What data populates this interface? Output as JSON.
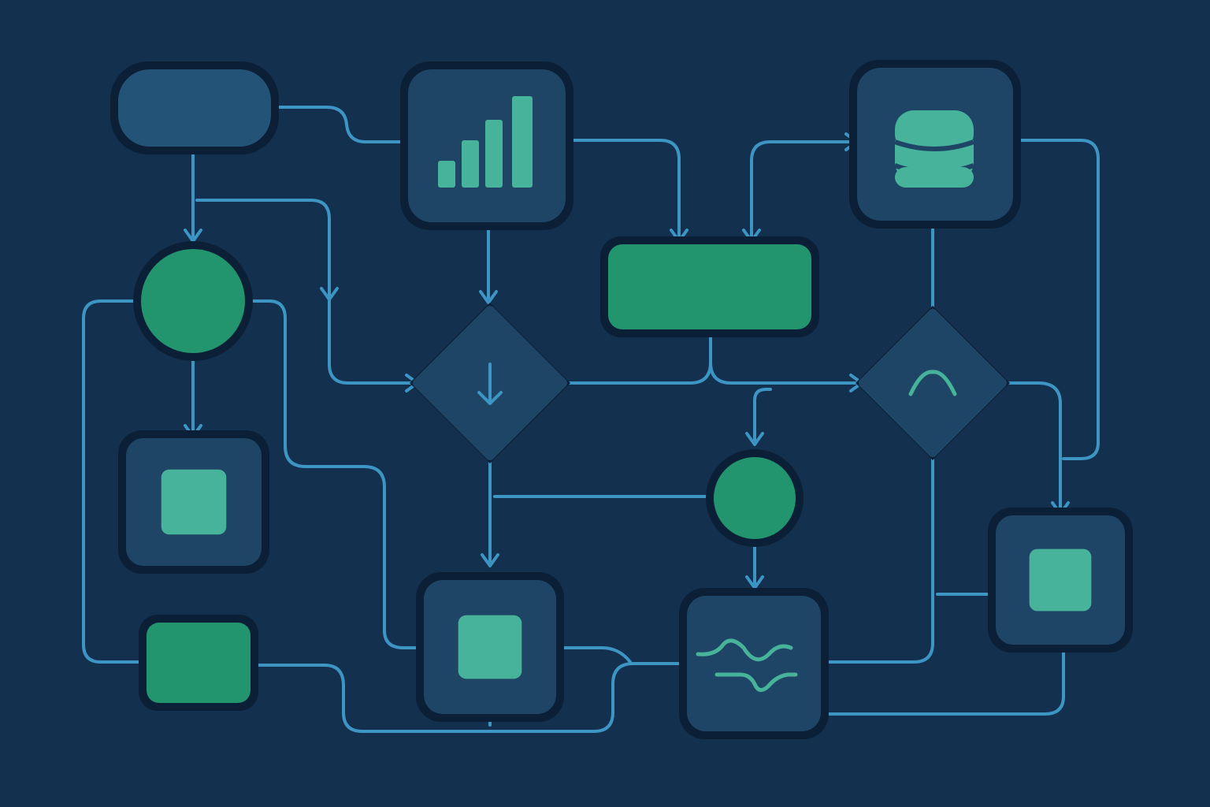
{
  "colors": {
    "background": "#13304f",
    "shadow": "#0b2036",
    "node_dark": "#1e4565",
    "node_start": "#235478",
    "green": "#22946e",
    "teal": "#47b39a",
    "line": "#3d95c4"
  },
  "nodes": [
    {
      "id": "start-pill",
      "shape": "pill",
      "fill": "node_start"
    },
    {
      "id": "chart-node",
      "shape": "square",
      "fill": "node_dark",
      "icon": "bar-chart-icon"
    },
    {
      "id": "database-node",
      "shape": "square",
      "fill": "node_dark",
      "icon": "database-icon"
    },
    {
      "id": "green-process-bar",
      "shape": "rect",
      "fill": "green"
    },
    {
      "id": "green-circle-left",
      "shape": "circle",
      "fill": "green"
    },
    {
      "id": "decision-down",
      "shape": "diamond",
      "fill": "node_dark",
      "icon": "arrow-down-icon"
    },
    {
      "id": "decision-arc",
      "shape": "diamond",
      "fill": "node_dark",
      "icon": "arc-icon"
    },
    {
      "id": "green-circle-small",
      "shape": "circle",
      "fill": "green"
    },
    {
      "id": "square-left",
      "shape": "square",
      "fill": "node_dark",
      "icon": "square-icon"
    },
    {
      "id": "green-rect-bottom",
      "shape": "rect",
      "fill": "green"
    },
    {
      "id": "square-center",
      "shape": "square",
      "fill": "node_dark",
      "icon": "square-icon"
    },
    {
      "id": "wave-node",
      "shape": "square",
      "fill": "node_dark",
      "icon": "wave-icon"
    },
    {
      "id": "square-right",
      "shape": "square",
      "fill": "node_dark",
      "icon": "square-icon"
    }
  ],
  "edges": [
    {
      "from": "start-pill",
      "to": "chart-node",
      "arrow": false
    },
    {
      "from": "start-pill",
      "to": "green-circle-left",
      "arrow": true
    },
    {
      "from": "start-pill",
      "to": "decision-down",
      "arrow": true
    },
    {
      "from": "chart-node",
      "to": "green-process-bar",
      "arrow": true
    },
    {
      "from": "chart-node",
      "to": "decision-down",
      "arrow": true
    },
    {
      "from": "green-process-bar",
      "to": "database-node",
      "arrow": true
    },
    {
      "from": "database-node",
      "to": "decision-arc",
      "arrow": true
    },
    {
      "from": "database-node",
      "to": "square-right",
      "arrow": false
    },
    {
      "from": "green-circle-left",
      "to": "square-left",
      "arrow": true
    },
    {
      "from": "green-circle-left",
      "to": "green-rect-bottom",
      "arrow": false
    },
    {
      "from": "green-circle-left",
      "to": "square-center",
      "arrow": false
    },
    {
      "from": "decision-down",
      "to": "decision-arc",
      "arrow": true
    },
    {
      "from": "green-process-bar",
      "to": "green-circle-small",
      "arrow": true
    },
    {
      "from": "decision-down",
      "to": "square-center",
      "arrow": true
    },
    {
      "from": "green-circle-small",
      "to": "decision-down",
      "arrow": false
    },
    {
      "from": "green-circle-small",
      "to": "wave-node",
      "arrow": true
    },
    {
      "from": "decision-arc",
      "to": "square-right",
      "arrow": true
    },
    {
      "from": "decision-arc",
      "to": "wave-node",
      "arrow": false
    },
    {
      "from": "square-right",
      "to": "wave-node",
      "arrow": false
    },
    {
      "from": "green-rect-bottom",
      "to": "wave-node",
      "arrow": false
    },
    {
      "from": "square-center",
      "to": "wave-node",
      "arrow": false
    }
  ]
}
